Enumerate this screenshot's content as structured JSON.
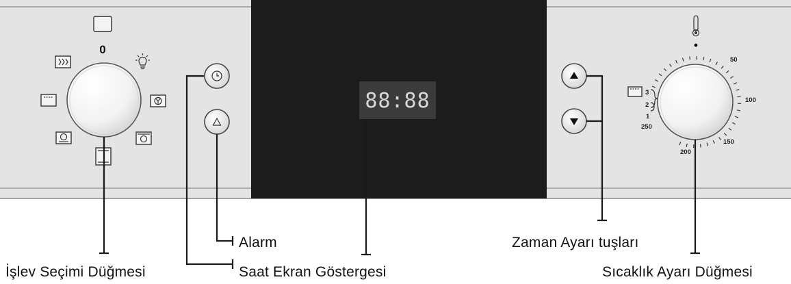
{
  "display": {
    "time": "88:88"
  },
  "function_knob": {
    "off_position": "0"
  },
  "temperature_knob": {
    "scale_50": "50",
    "scale_100": "100",
    "scale_150": "150",
    "scale_200": "200",
    "scale_250": "250",
    "grill_3": "3",
    "grill_2": "2",
    "grill_1": "1"
  },
  "labels": {
    "function_knob": "İşlev Seçimi Düğmesi",
    "clock_display": "Saat Ekran Göstergesi",
    "alarm": "Alarm",
    "time_keys": "Zaman Ayarı tuşları",
    "temperature_knob": "Sıcaklık Ayarı Düğmesi"
  },
  "icons": {
    "clock_button": "clock-icon",
    "alarm_button": "bell-icon",
    "up_key": "triangle-up-icon",
    "down_key": "triangle-down-icon",
    "thermometer": "thermometer-icon",
    "lamp": "lamp-icon"
  },
  "colors": {
    "panel": "#e4e4e4",
    "display": "#1c1c1c",
    "digits": "#d8d8d8"
  }
}
